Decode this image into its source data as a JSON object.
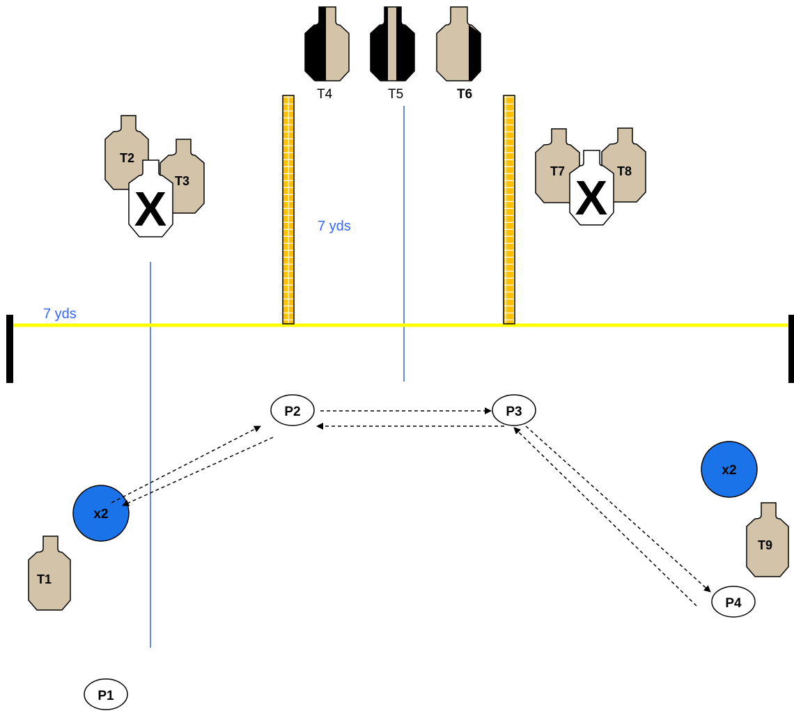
{
  "distances": {
    "left": "7 yds",
    "center": "7 yds"
  },
  "targets": {
    "t1": "T1",
    "t2": "T2",
    "t3": "T3",
    "t4": "T4",
    "t5": "T5",
    "t6": "T6",
    "t7": "T7",
    "t8": "T8",
    "t9": "T9"
  },
  "positions": {
    "p1": "P1",
    "p2": "P2",
    "p3": "P3",
    "p4": "P4"
  },
  "steel": {
    "left": "x2",
    "right": "x2"
  },
  "no_shoot_mark": "X",
  "colors": {
    "target": "#d3c3a8",
    "fault_line": "#ffff00",
    "wall_fill": "#ffc000",
    "distance_line": "#3366cc",
    "steel": "#1a73e8"
  }
}
